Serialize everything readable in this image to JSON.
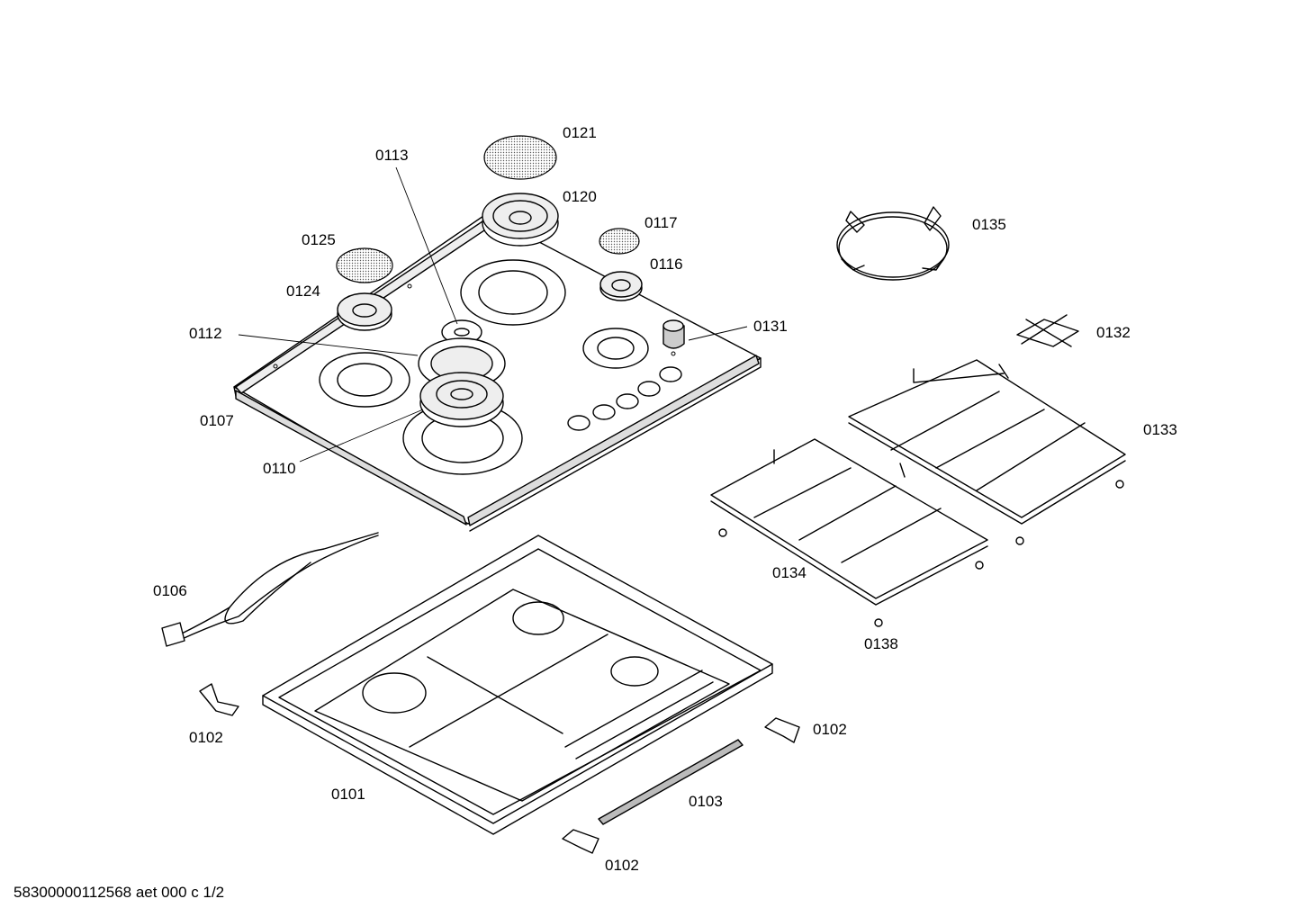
{
  "footer": "58300000112568 aet 000 c 1/2",
  "labels": {
    "p0121": "0121",
    "p0113": "0113",
    "p0120": "0120",
    "p0117": "0117",
    "p0135": "0135",
    "p0125": "0125",
    "p0116": "0116",
    "p0124": "0124",
    "p0131": "0131",
    "p0112": "0112",
    "p0132": "0132",
    "p0107": "0107",
    "p0133": "0133",
    "p0110": "0110",
    "p0106": "0106",
    "p0134": "0134",
    "p0138": "0138",
    "p0102a": "0102",
    "p0102b": "0102",
    "p0102c": "0102",
    "p0101": "0101",
    "p0103": "0103"
  }
}
